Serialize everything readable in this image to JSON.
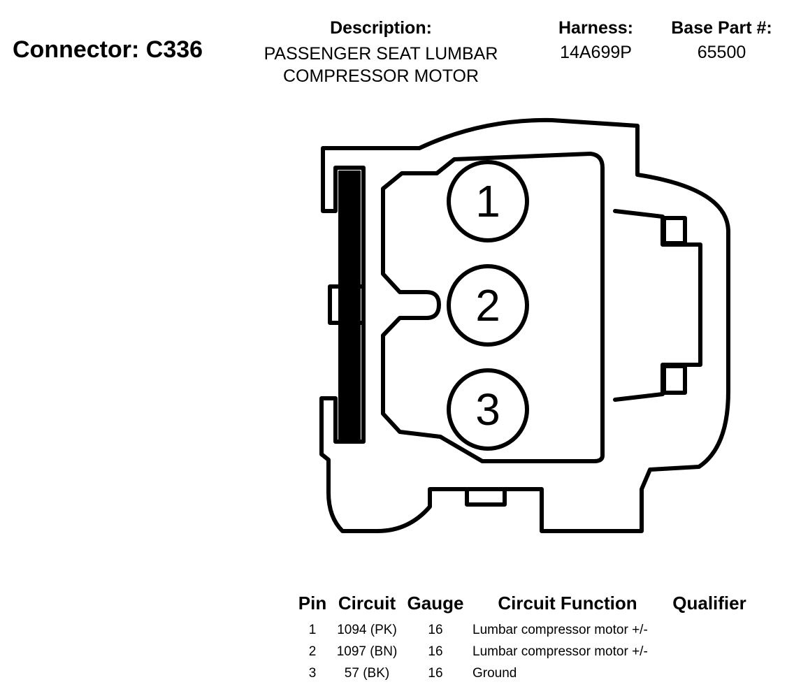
{
  "connector": {
    "title": "Connector: C336",
    "description_label": "Description:",
    "description_lines": [
      "PASSENGER SEAT LUMBAR",
      "COMPRESSOR MOTOR"
    ],
    "harness_label": "Harness:",
    "harness_value": "14A699P",
    "base_part_label": "Base Part #:",
    "base_part_value": "65500"
  },
  "pins_diagram": [
    {
      "label": "1"
    },
    {
      "label": "2"
    },
    {
      "label": "3"
    }
  ],
  "table": {
    "headers": [
      "Pin",
      "Circuit",
      "Gauge",
      "Circuit Function",
      "Qualifier"
    ],
    "rows": [
      {
        "pin": "1",
        "circuit": "1094 (PK)",
        "gauge": "16",
        "function": "Lumbar compressor motor +/-",
        "qualifier": ""
      },
      {
        "pin": "2",
        "circuit": "1097 (BN)",
        "gauge": "16",
        "function": "Lumbar compressor motor +/-",
        "qualifier": ""
      },
      {
        "pin": "3",
        "circuit": "57 (BK)",
        "gauge": "16",
        "function": "Ground",
        "qualifier": ""
      }
    ]
  },
  "colors": {
    "line": "#000000",
    "background": "#ffffff"
  }
}
